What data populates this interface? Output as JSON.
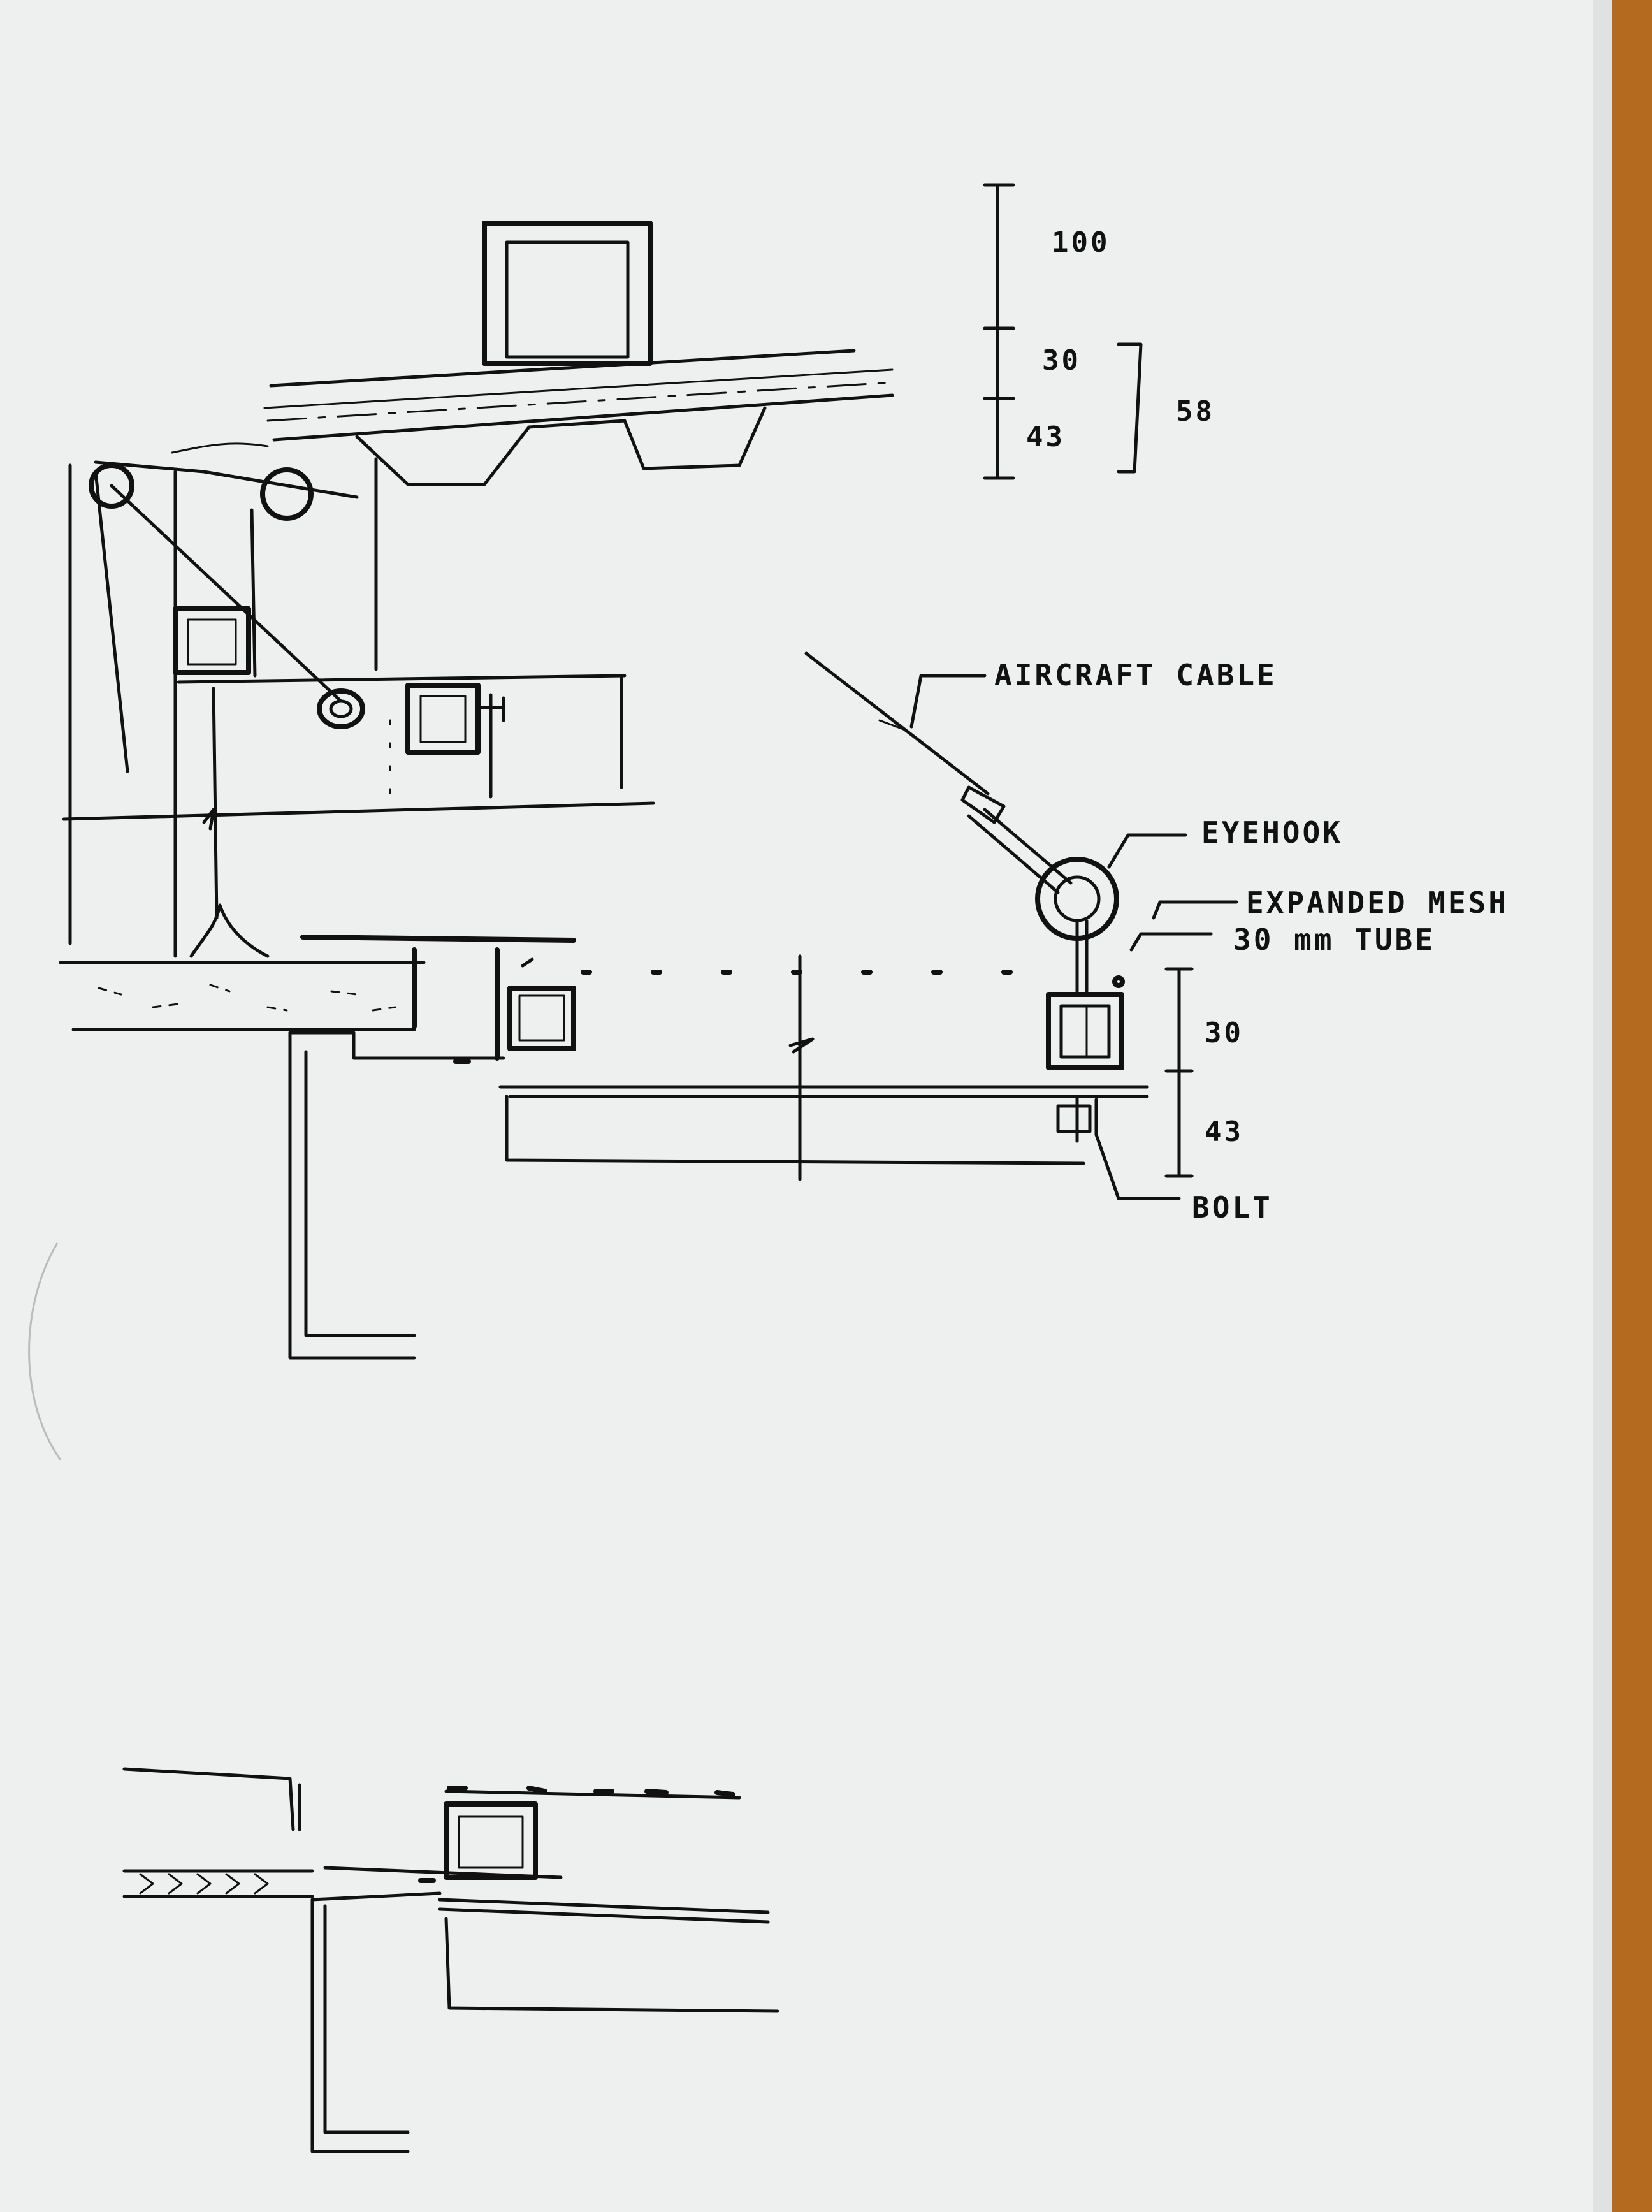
{
  "colors": {
    "paper": "#eef0ef",
    "ink": "#111111",
    "backing": "#b46a1f"
  },
  "top_dims": {
    "d1": "100",
    "d2": "30",
    "d3": "43",
    "d4": "58"
  },
  "callouts": {
    "aircraft_cable": "AIRCRAFT CABLE",
    "eyehook": "EYEHOOK",
    "expanded_mesh": "EXPANDED MESH",
    "tube": "30 mm TUBE",
    "bolt": "BOLT"
  },
  "detail_dims": {
    "d1": "30",
    "d2": "43"
  }
}
